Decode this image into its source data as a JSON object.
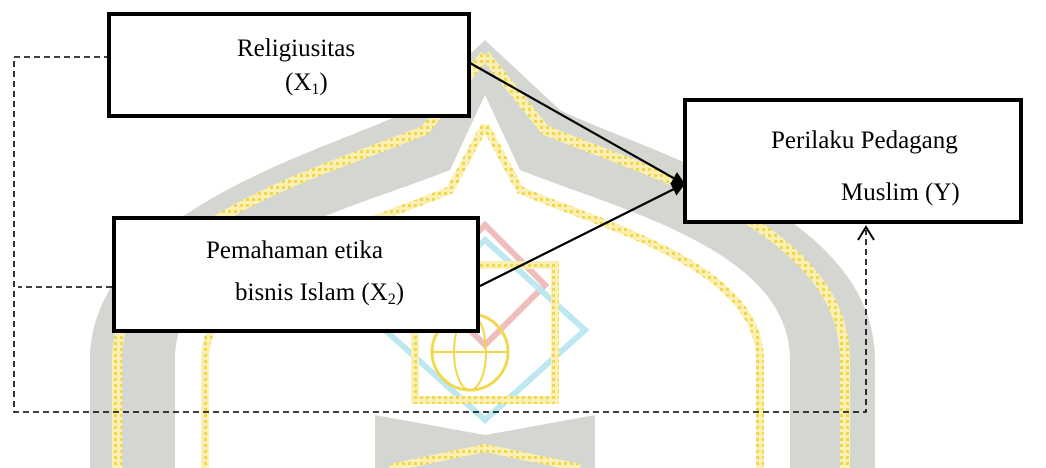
{
  "nodes": {
    "x1": {
      "line1": "Religiusitas",
      "line2_pre": "(X",
      "line2_sub": "1",
      "line2_post": ")"
    },
    "x2": {
      "line1": "Pemahaman etika",
      "line2_pre": "bisnis Islam (X",
      "line2_sub": "2",
      "line2_post": ")"
    },
    "y": {
      "line1": "Perilaku Pedagang",
      "line2": "Muslim (Y)"
    }
  },
  "watermark": {
    "description": "university emblem watermark",
    "colors": {
      "arch": "#d4d6d2",
      "gold": "#f7e68a",
      "dotted": "#f1d84a",
      "red": "#f0bcbc",
      "cyan": "#bde8f0"
    }
  },
  "edge_colors": {
    "line": "#000000",
    "box_border": "#000000"
  }
}
